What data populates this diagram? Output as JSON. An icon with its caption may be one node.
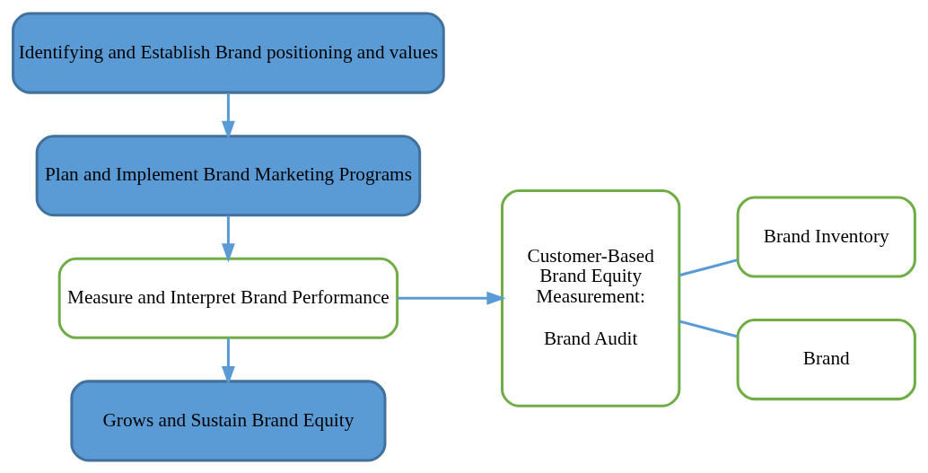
{
  "diagram": {
    "nodes": [
      {
        "text": [
          "Identifying and Establish Brand positioning and values"
        ]
      },
      {
        "text": [
          "Plan and Implement Brand Marketing Programs"
        ]
      },
      {
        "text": [
          "Measure and Interpret Brand Performance"
        ]
      },
      {
        "text": [
          "Grows and Sustain Brand Equity"
        ]
      },
      {
        "text": [
          "Customer-Based Brand Equity Measurement:",
          "Brand Audit"
        ]
      },
      {
        "text": [
          "Brand Inventory"
        ]
      },
      {
        "text": [
          "Brand"
        ]
      }
    ],
    "edges": [
      {
        "from": 0,
        "to": 1,
        "arrow": "to"
      },
      {
        "from": 1,
        "to": 2,
        "arrow": "to"
      },
      {
        "from": 2,
        "to": 3,
        "arrow": "to"
      },
      {
        "from": 2,
        "to": 4,
        "arrow": "to"
      },
      {
        "from": 4,
        "to": 5,
        "arrow": "none"
      },
      {
        "from": 4,
        "to": 6,
        "arrow": "none"
      }
    ]
  }
}
